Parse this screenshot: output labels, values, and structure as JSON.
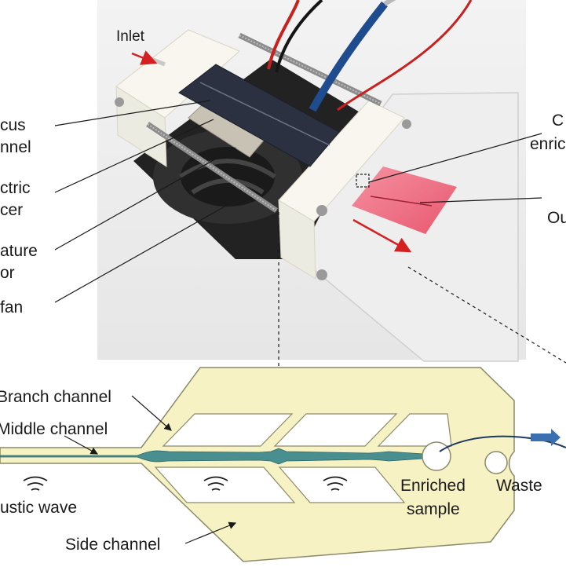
{
  "photo_labels": {
    "inlet": "Inlet",
    "focus_line1": "cus",
    "focus_line2": "nnel",
    "piezo_line1": "ctric",
    "piezo_line2": "cer",
    "temp_line1": "ature",
    "temp_line2": "or",
    "fan": "fan",
    "enrich_line1": "C",
    "enrich_line2": "enric",
    "outlet": "Ou"
  },
  "schematic_labels": {
    "branch_channel": "Branch channel",
    "middle_channel": "Middle channel",
    "acoustic_wave": "ustic wave",
    "enriched_line1": "Enriched",
    "enriched_line2": "sample",
    "waste": "Waste",
    "side_channel": "Side channel"
  },
  "colors": {
    "chip_fill": "#f7f2c4",
    "chip_stroke": "#8a8a6a",
    "channel": "#4a8f8f",
    "flow_arrow": "#3a6fb0",
    "red_arrow": "#d42020",
    "sample_pink": "#f26d82"
  },
  "icons": [
    "acoustic-wave-icon",
    "flow-arrow-icon"
  ]
}
